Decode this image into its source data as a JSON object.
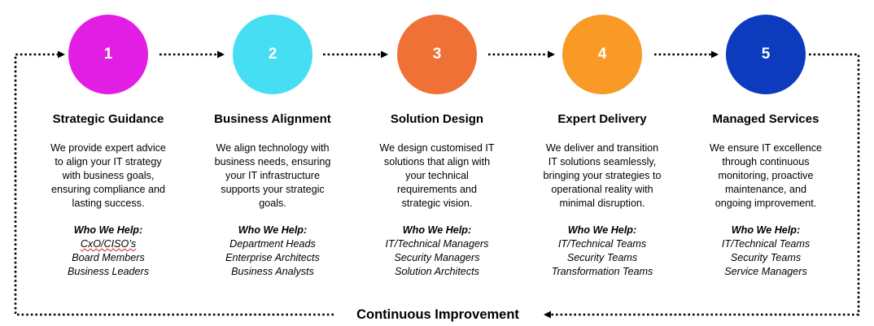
{
  "steps": [
    {
      "number": "1",
      "color": "#e21ee4",
      "title": "Strategic Guidance",
      "description": [
        "We provide expert advice",
        "to align your IT strategy",
        "with business goals,",
        "ensuring compliance and",
        "lasting success."
      ],
      "who_label": "Who We Help:",
      "who": [
        "CxO/CISO’s",
        "Board Members",
        "Business Leaders"
      ]
    },
    {
      "number": "2",
      "color": "#45def2",
      "title": "Business Alignment",
      "description": [
        "We align technology with",
        "business needs, ensuring",
        "your IT infrastructure",
        "supports your strategic",
        "goals."
      ],
      "who_label": "Who We Help:",
      "who": [
        "Department Heads",
        "Enterprise Architects",
        "Business Analysts"
      ]
    },
    {
      "number": "3",
      "color": "#f07135",
      "title": "Solution Design",
      "description": [
        "We design customised IT",
        "solutions that align with",
        "your technical",
        "requirements and",
        "strategic vision."
      ],
      "who_label": "Who We Help:",
      "who": [
        "IT/Technical Managers",
        "Security Managers",
        "Solution Architects"
      ]
    },
    {
      "number": "4",
      "color": "#f89a25",
      "title": "Expert Delivery",
      "description": [
        "We deliver and transition",
        "IT solutions seamlessly,",
        "bringing your strategies to",
        "operational reality with",
        "minimal disruption."
      ],
      "who_label": "Who We Help:",
      "who": [
        "IT/Technical Teams",
        "Security Teams",
        "Transformation Teams"
      ]
    },
    {
      "number": "5",
      "color": "#0c3bbd",
      "title": "Managed Services",
      "description": [
        "We ensure IT excellence",
        "through continuous",
        "monitoring, proactive",
        "maintenance, and",
        "ongoing improvement."
      ],
      "who_label": "Who We Help:",
      "who": [
        "IT/Technical Teams",
        "Security Teams",
        "Service Managers"
      ]
    }
  ],
  "footer": {
    "label": "Continuous Improvement"
  },
  "arrow_color": "#000000"
}
